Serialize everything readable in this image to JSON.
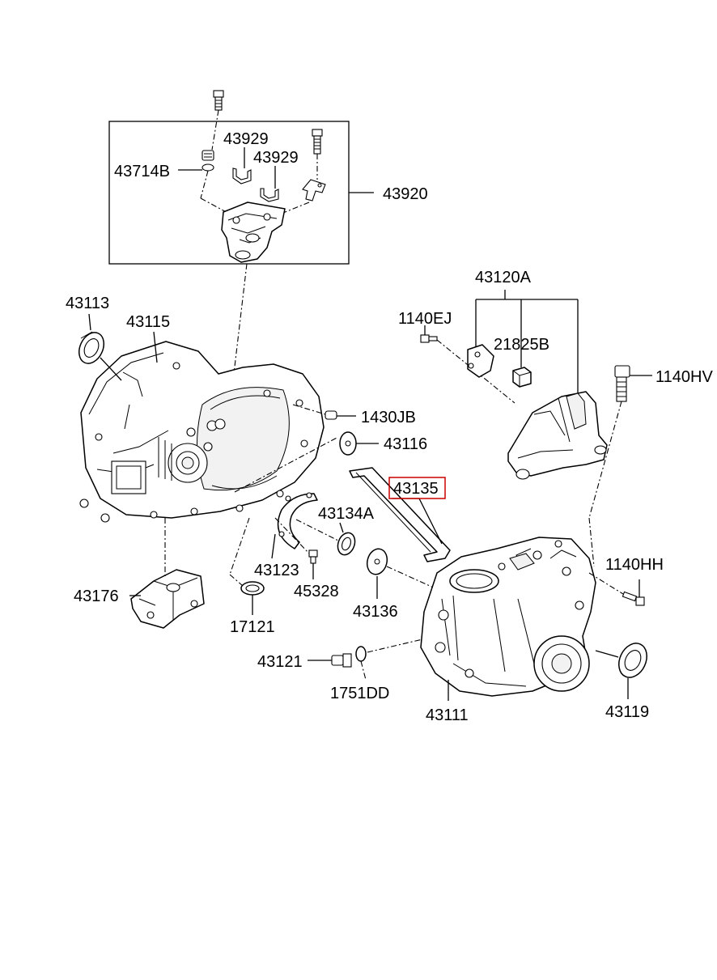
{
  "diagram": {
    "highlight_color": "#cc0000",
    "labels": {
      "p43920": "43920",
      "p43714B": "43714B",
      "p43929a": "43929",
      "p43929b": "43929",
      "p43113": "43113",
      "p43115": "43115",
      "p43120A": "43120A",
      "p1140EJ": "1140EJ",
      "p21825B": "21825B",
      "p1140HV": "1140HV",
      "p1430JB": "1430JB",
      "p43116": "43116",
      "p43135": "43135",
      "p43134A": "43134A",
      "p43123": "43123",
      "p45328": "45328",
      "p43176": "43176",
      "p17121": "17121",
      "p43136": "43136",
      "p1140HH": "1140HH",
      "p43121": "43121",
      "p1751DD": "1751DD",
      "p43111": "43111",
      "p43119": "43119"
    }
  }
}
